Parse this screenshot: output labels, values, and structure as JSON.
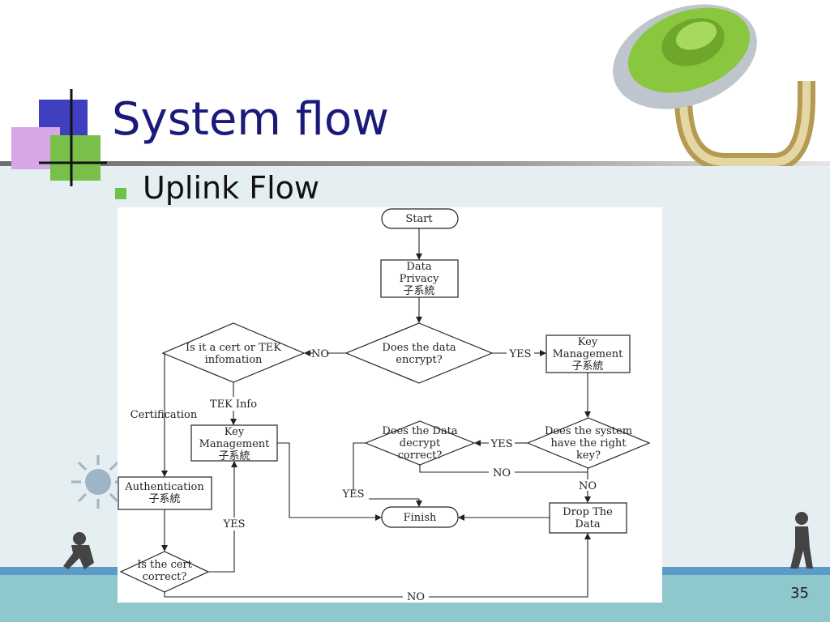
{
  "title": "System flow",
  "bullet": "Uplink Flow",
  "page_number": "35",
  "colors": {
    "title": "#1a1a7a",
    "bullet": "#6cc24a",
    "band_blue": "#5b9bc8",
    "band_teal": "#8ec7cc",
    "lock_dial": "#8bc63f"
  },
  "flowchart": {
    "start": "Start",
    "data_privacy": [
      "Data",
      "Privacy",
      "子系統"
    ],
    "q_encrypt": [
      "Does the data",
      "encrypt?"
    ],
    "key_mgmt_right": [
      "Key",
      "Management",
      "子系統"
    ],
    "q_cert_or_tek": [
      "Is it a cert or TEK",
      "infomation"
    ],
    "tek_info": "TEK Info",
    "certification": "Certification",
    "key_mgmt_left": [
      "Key",
      "Management",
      "子系統"
    ],
    "q_decrypt_correct": [
      "Does the Data",
      "decrypt",
      "correct?"
    ],
    "q_has_key": [
      "Does the system",
      "have the right",
      "key?"
    ],
    "authentication": [
      "Authentication",
      "子系統"
    ],
    "finish": "Finish",
    "drop": [
      "Drop The",
      "Data"
    ],
    "q_cert_correct": [
      "Is the cert",
      "correct?"
    ],
    "yes": "YES",
    "no": "NO"
  }
}
